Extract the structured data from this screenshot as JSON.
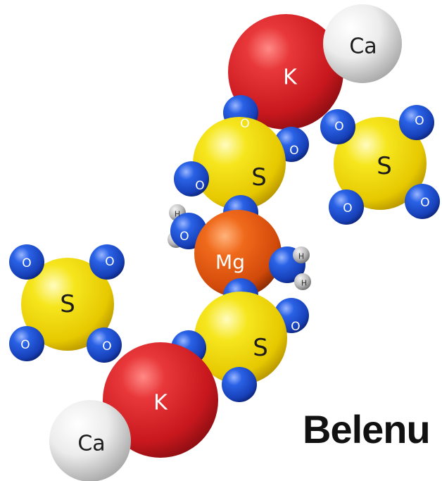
{
  "atoms": [
    {
      "label": "Ca",
      "kind": "Ca"
    },
    {
      "label": "K",
      "kind": "K"
    },
    {
      "label": "O",
      "kind": "O"
    },
    {
      "label": "S",
      "kind": "S"
    },
    {
      "label": "Mg",
      "kind": "Mg"
    },
    {
      "label": "H",
      "kind": "H"
    },
    {
      "label": "K",
      "kind": "K"
    },
    {
      "label": "Ca",
      "kind": "Ca"
    }
  ],
  "brand": {
    "text": "Belenu"
  },
  "colors": {
    "K": "#d8262a",
    "Ca": "#ececec",
    "S": "#f2e21a",
    "O": "#1b4fd1",
    "Mg": "#ea5a12",
    "H": "#9a9a9a"
  },
  "labels": {
    "O": "O",
    "S": "S",
    "H": "H",
    "Mg": "Mg",
    "K": "K",
    "Ca": "Ca"
  }
}
